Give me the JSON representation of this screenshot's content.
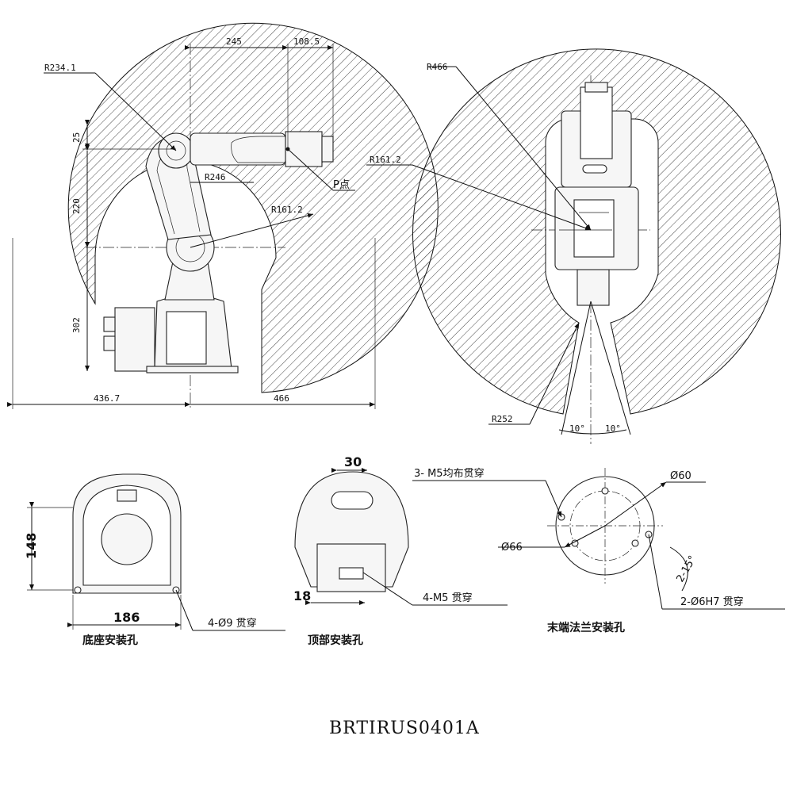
{
  "side_view": {
    "dim_245": "245",
    "dim_108_5": "108.5",
    "r_234_1": "R234.1",
    "dim_25": "25",
    "dim_220": "220",
    "r_246": "R246",
    "p_point": "P点",
    "r_161_2": "R161.2",
    "dim_302": "302",
    "dim_436_7": "436.7",
    "dim_466": "466"
  },
  "top_view": {
    "r_466": "R466",
    "r_161_2": "R161.2",
    "r_252": "R252",
    "angle_left": "10°",
    "angle_right": "10°"
  },
  "base_mount": {
    "dim_148": "148",
    "dim_186": "186",
    "holes": "4-Ø9 贯穿",
    "caption": "底座安装孔"
  },
  "top_mount": {
    "dim_30": "30",
    "dim_18": "18",
    "holes": "4-M5 贯穿",
    "caption": "顶部安装孔"
  },
  "flange_mount": {
    "m5_holes": "3- M5均布贯穿",
    "dia_60": "Ø60",
    "dia_66": "Ø66",
    "angle": "2-15°",
    "pin_holes": "2-Ø6H7 贯穿",
    "caption": "末端法兰安装孔"
  },
  "model": "BRTIRUS0401A"
}
